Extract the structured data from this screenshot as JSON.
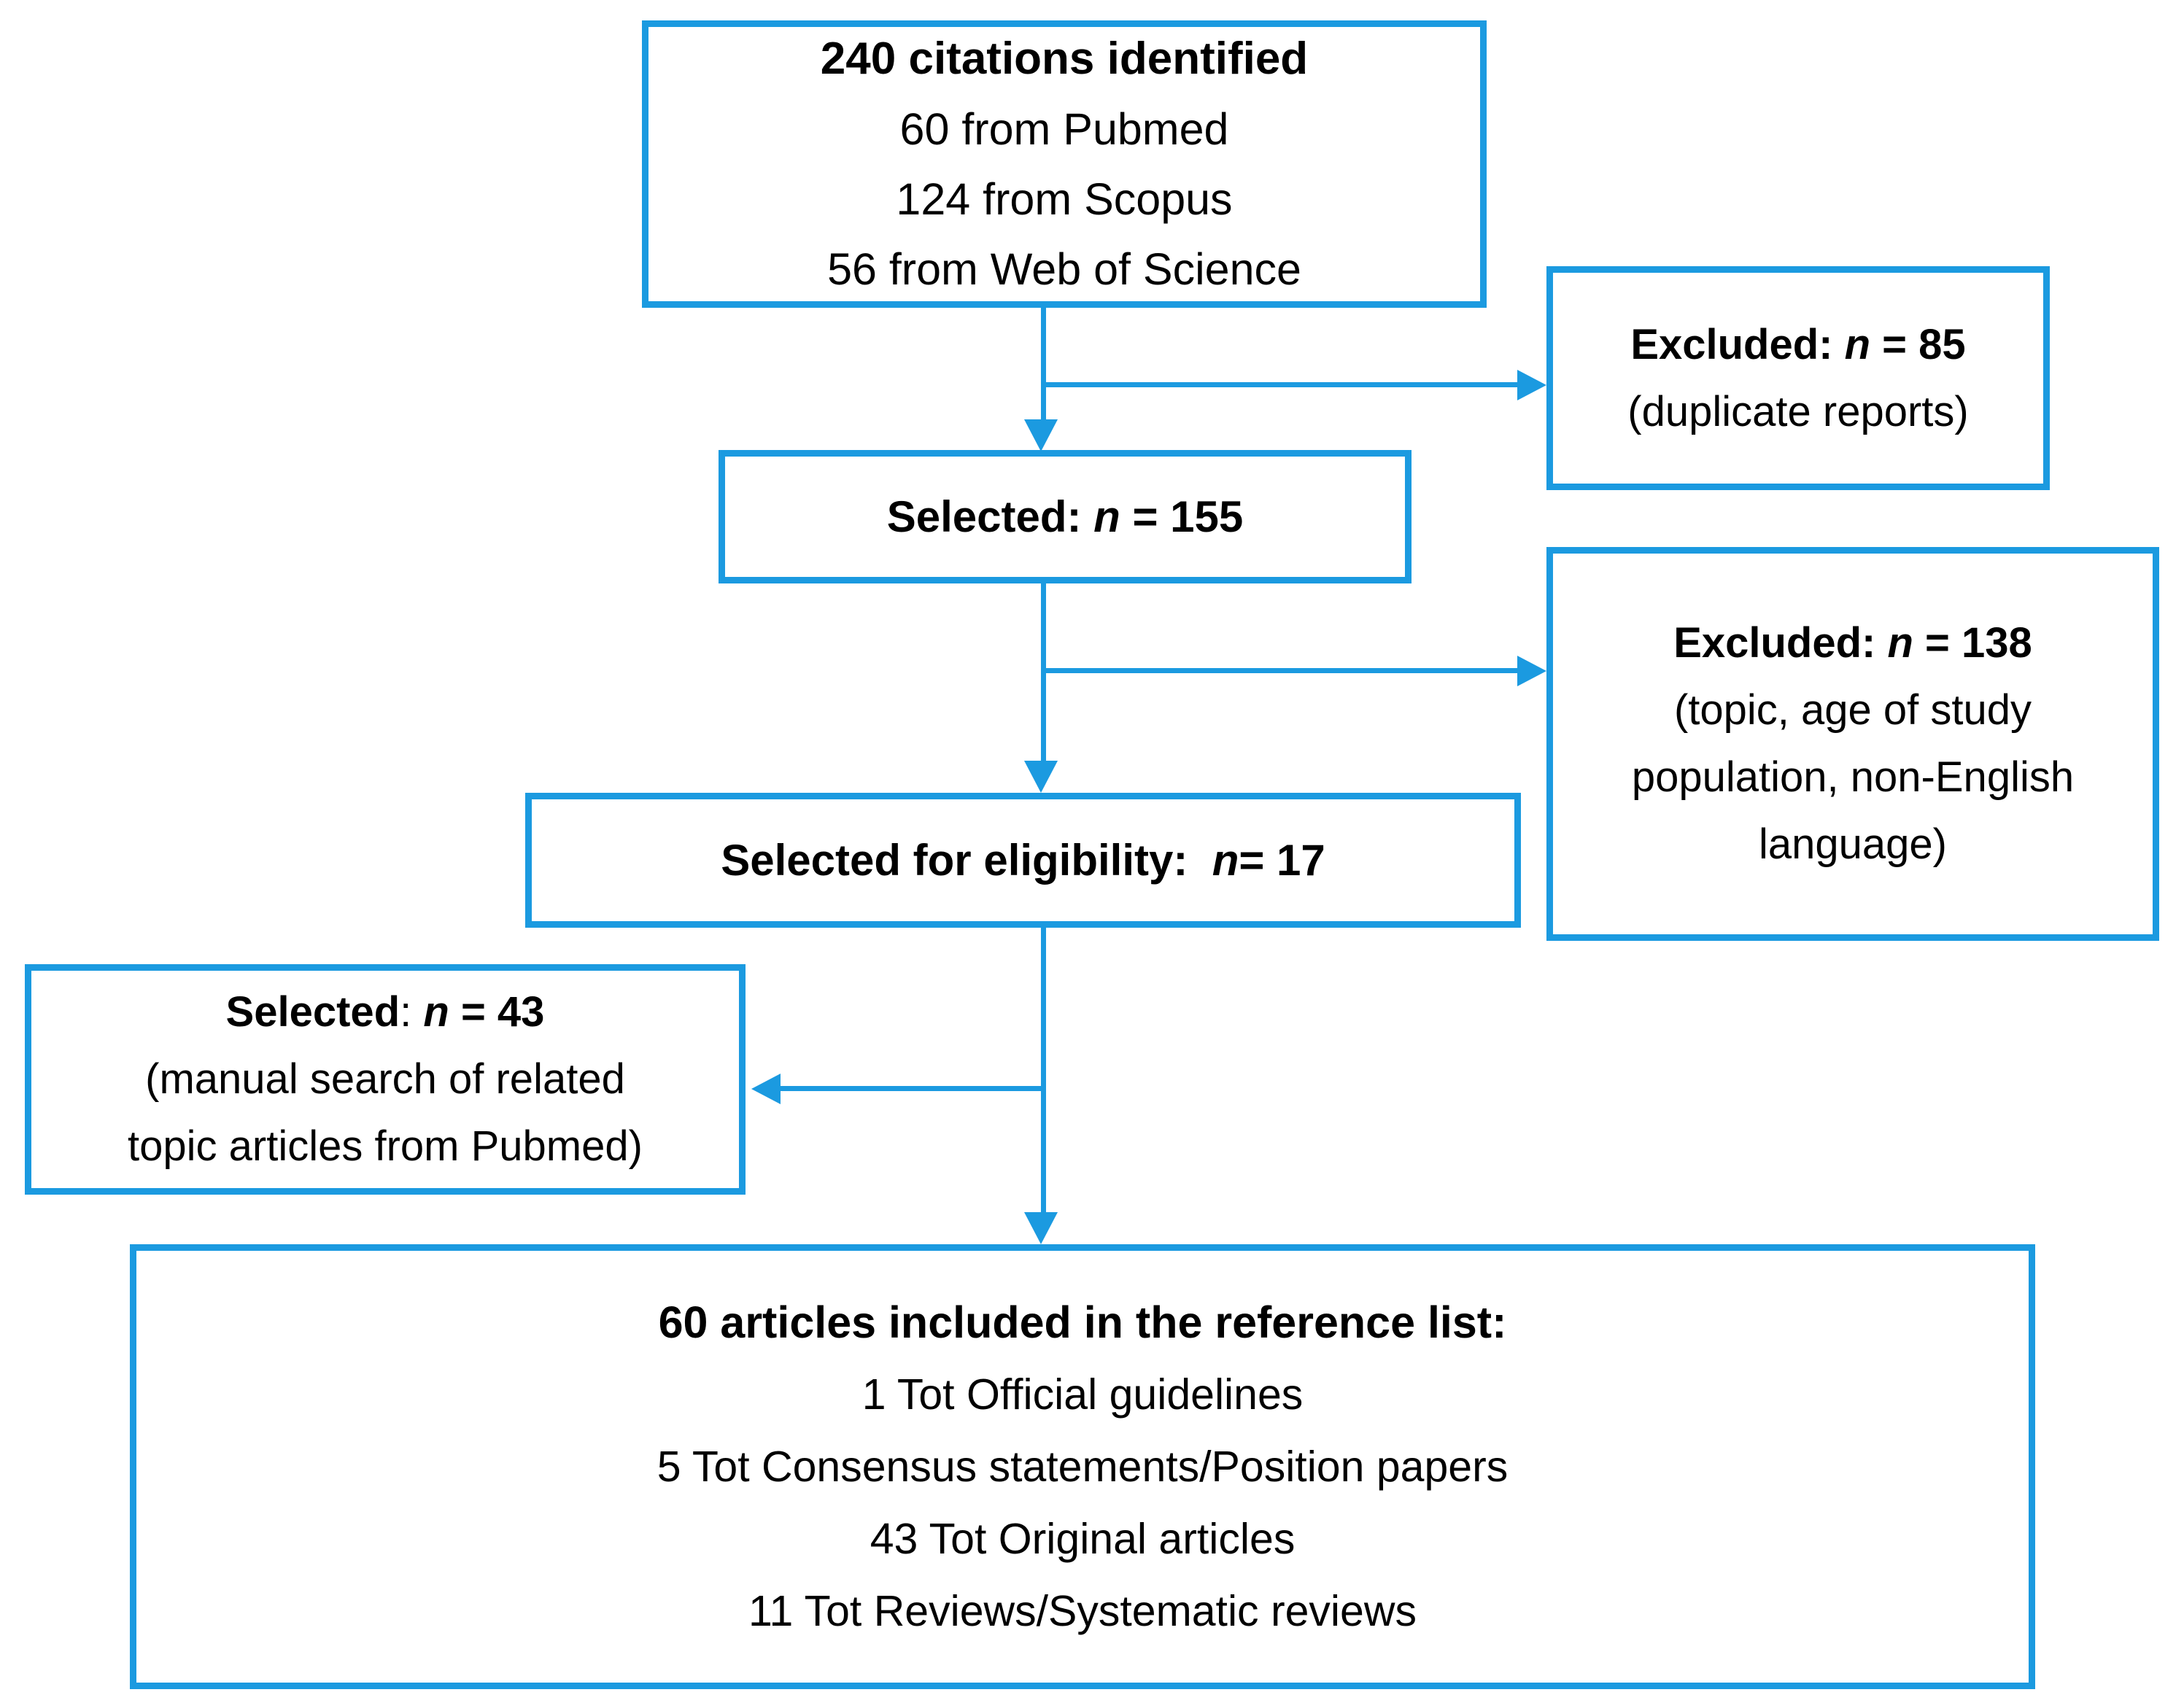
{
  "diagram": {
    "type": "prisma-flow-diagram",
    "accent_color": "#1b9ae0",
    "text_color": "#000000",
    "background_color": "#ffffff"
  },
  "boxes": {
    "identified": {
      "title": "240 citations identified",
      "lines": [
        "60 from Pubmed",
        "124 from Scopus",
        "56 from Web of Science"
      ]
    },
    "excluded_85": {
      "label": "Excluded:",
      "n_symbol": "n",
      "eq_value": "=  85",
      "reason": "(duplicate reports)"
    },
    "selected_155": {
      "label": "Selected:",
      "n_symbol": "n",
      "eq_value": "=  155"
    },
    "excluded_138": {
      "label": "Excluded:",
      "n_symbol": "n",
      "eq_value": "=  138",
      "reason_lines": [
        "(topic, age of study",
        "population, non-English",
        "language)"
      ]
    },
    "eligibility": {
      "label": "Selected for eligibility:",
      "n_symbol": "n",
      "eq_value": "= 17"
    },
    "selected_43": {
      "label": "Selected",
      "colon": ":",
      "n_symbol": "n",
      "eq_value": "=  43",
      "reason_lines": [
        "(manual search of related",
        "topic articles from Pubmed)"
      ]
    },
    "included": {
      "title": "60  articles included in the reference list:",
      "lines": [
        "1 Tot Official guidelines",
        "5 Tot Consensus statements/Position papers",
        "43 Tot Original articles",
        "11 Tot Reviews/Systematic reviews"
      ]
    }
  },
  "chart_data": {
    "type": "table",
    "title": "PRISMA literature selection flow",
    "stages": [
      {
        "stage": "Citations identified",
        "n": 240,
        "sources": {
          "Pubmed": 60,
          "Scopus": 124,
          "Web of Science": 56
        }
      },
      {
        "stage": "Excluded (duplicate reports)",
        "n": 85
      },
      {
        "stage": "Selected",
        "n": 155
      },
      {
        "stage": "Excluded (topic, age of study population, non-English language)",
        "n": 138
      },
      {
        "stage": "Selected for eligibility",
        "n": 17
      },
      {
        "stage": "Selected (manual search of related topic articles from Pubmed)",
        "n": 43
      },
      {
        "stage": "Articles included in the reference list",
        "n": 60,
        "breakdown": {
          "Official guidelines": 1,
          "Consensus statements/Position papers": 5,
          "Original articles": 43,
          "Reviews/Systematic reviews": 11
        }
      }
    ]
  }
}
